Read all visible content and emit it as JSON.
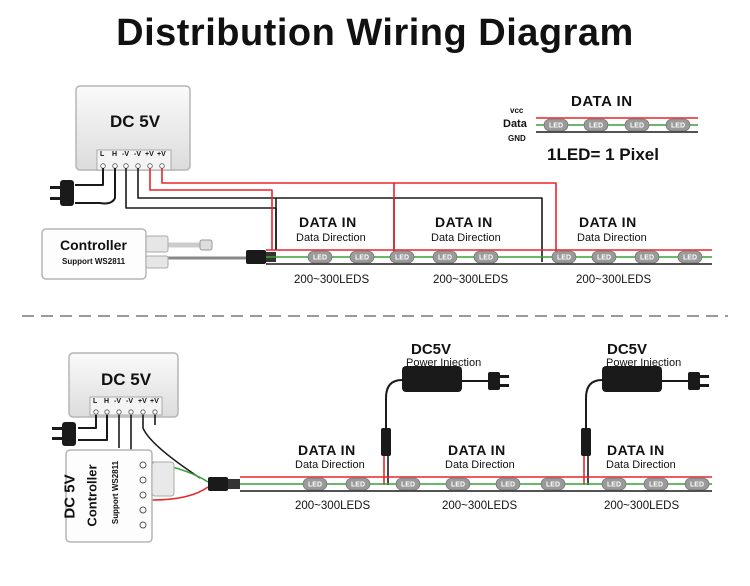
{
  "title": "Distribution Wiring Diagram",
  "legend": {
    "heading": "DATA   IN",
    "vcc": "vcc",
    "data": "Data",
    "gnd": "GND",
    "led_label": "LED",
    "pixel_note": "1LED= 1 Pixel"
  },
  "top": {
    "psu_label": "DC 5V",
    "terminals": [
      "L",
      "H",
      "-V",
      "-V",
      "+V",
      "+V"
    ],
    "controller_title": "Controller",
    "controller_sub": "Support WS2811",
    "segments": [
      {
        "heading": "DATA   IN",
        "sub": "Data Direction",
        "count": "200~300LEDS"
      },
      {
        "heading": "DATA   IN",
        "sub": "Data Direction",
        "count": "200~300LEDS"
      },
      {
        "heading": "DATA   IN",
        "sub": "Data Direction",
        "count": "200~300LEDS"
      }
    ]
  },
  "bottom": {
    "psu_label": "DC 5V",
    "terminals": [
      "L",
      "H",
      "-V",
      "-V",
      "+V",
      "+V"
    ],
    "controller_title": "DC 5V",
    "controller_title2": "Controller",
    "controller_sub": "Support WS2811",
    "injectors": [
      {
        "label": "DC5V",
        "sub": "Power Injection"
      },
      {
        "label": "DC5V",
        "sub": "Power Injection"
      }
    ],
    "segments": [
      {
        "heading": "DATA   IN",
        "sub": "Data Direction",
        "count": "200~300LEDS"
      },
      {
        "heading": "DATA   IN",
        "sub": "Data Direction",
        "count": "200~300LEDS"
      },
      {
        "heading": "DATA   IN",
        "sub": "Data Direction",
        "count": "200~300LEDS"
      }
    ]
  },
  "colors": {
    "red": "#e8262b",
    "green": "#3aa13a",
    "black": "#1a1a1a",
    "led_fill": "#9a9a9a"
  }
}
